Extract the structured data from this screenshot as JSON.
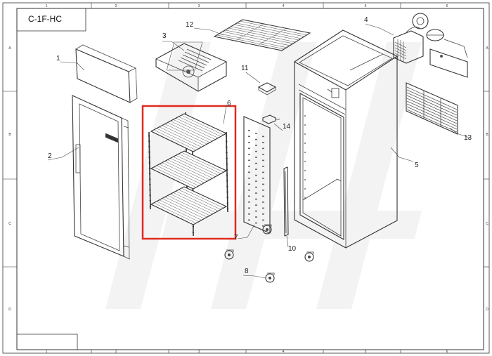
{
  "drawing": {
    "title": "C-1F-HC",
    "column_labels": [
      "1",
      "2",
      "3",
      "4",
      "5",
      "6"
    ],
    "row_labels": [
      "A",
      "B",
      "C",
      "D"
    ]
  },
  "parts": [
    {
      "number": "1",
      "part": "control-panel-cover"
    },
    {
      "number": "2",
      "part": "door"
    },
    {
      "number": "3",
      "part": "evaporator-unit"
    },
    {
      "number": "4",
      "part": "condensing-unit"
    },
    {
      "number": "5",
      "part": "cabinet-body"
    },
    {
      "number": "6",
      "part": "shelf-rack-assembly"
    },
    {
      "number": "7",
      "part": "rear-perforated-panel"
    },
    {
      "number": "8",
      "part": "caster-wheel"
    },
    {
      "number": "10",
      "part": "door-gasket-profile"
    },
    {
      "number": "11",
      "part": "small-block-component"
    },
    {
      "number": "12",
      "part": "wire-grid-shelf"
    },
    {
      "number": "13",
      "part": "ventilation-grille"
    },
    {
      "number": "14",
      "part": "door-hinge-bracket"
    }
  ],
  "highlight": {
    "target_part": "6",
    "color": "#e02a20"
  },
  "colors": {
    "line": "#444444",
    "watermark": "#f2f2f2"
  }
}
